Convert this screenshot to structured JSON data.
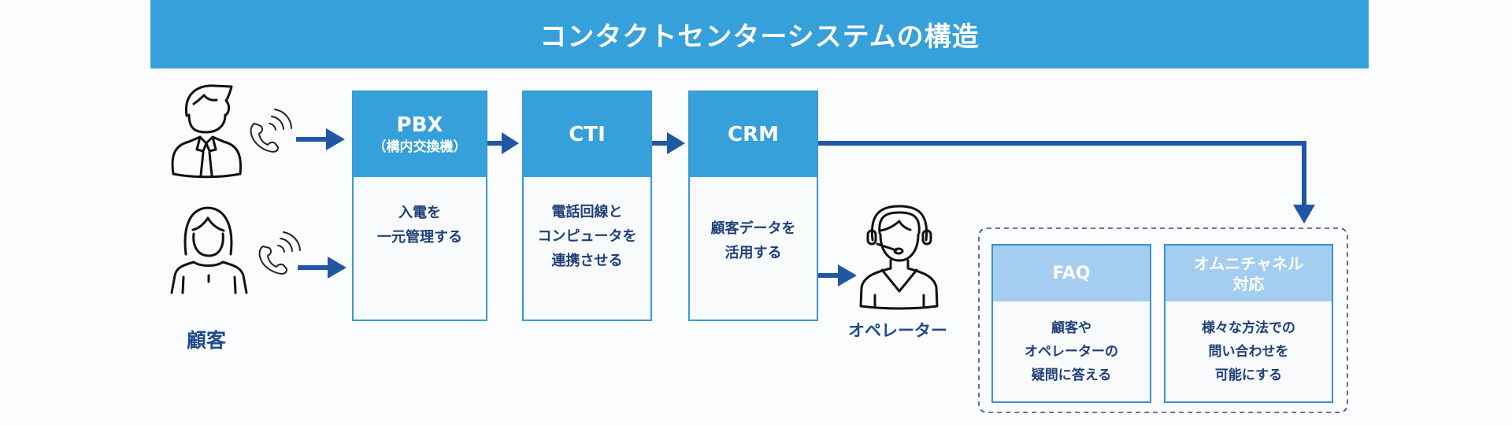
{
  "header": {
    "title": "コンタクトセンターシステムの構造"
  },
  "customer": {
    "label": "顧客",
    "icons": [
      "male-customer-icon",
      "female-customer-icon",
      "phone-ringing-icon"
    ]
  },
  "operator": {
    "label": "オペレーター",
    "icon": "headset-operator-icon"
  },
  "systems": [
    {
      "name": "PBX",
      "subtitle": "（構内交換機）",
      "description": [
        "入電を",
        "一元管理する"
      ]
    },
    {
      "name": "CTI",
      "subtitle": "",
      "description": [
        "電話回線と",
        "コンピュータを",
        "連携させる"
      ]
    },
    {
      "name": "CRM",
      "subtitle": "",
      "description": [
        "顧客データを",
        "活用する"
      ]
    }
  ],
  "support_tools": [
    {
      "name": "FAQ",
      "title_lines": [
        "FAQ"
      ],
      "description": [
        "顧客や",
        "オペレーターの",
        "疑問に答える"
      ]
    },
    {
      "name": "オムニチャネル対応",
      "title_lines": [
        "オムニチャネル",
        "対応"
      ],
      "description": [
        "様々な方法での",
        "問い合わせを",
        "可能にする"
      ]
    }
  ],
  "colors": {
    "header_bg": "#35a0d9",
    "arrow": "#1f57a4",
    "text_dark": "#1f3f7a",
    "light_header": "#a4cdef"
  }
}
